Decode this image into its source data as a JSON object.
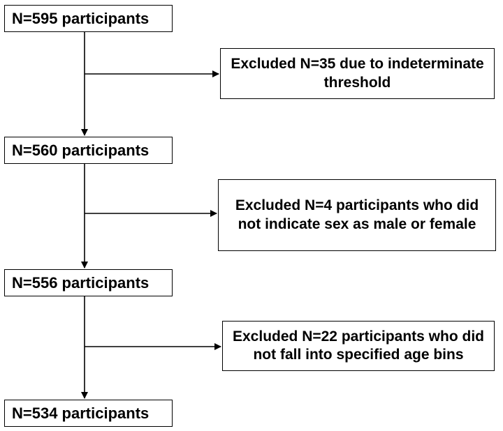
{
  "flow": {
    "steps": [
      {
        "label": "N=595 participants"
      },
      {
        "label": "N=560 participants"
      },
      {
        "label": "N=556 participants"
      },
      {
        "label": "N=534 participants"
      }
    ],
    "exclusions": [
      {
        "label": "Excluded N=35 due to indeterminate threshold"
      },
      {
        "label": "Excluded N=4 participants who did not indicate sex as male or female"
      },
      {
        "label": "Excluded N=22 participants who did not fall into specified age bins"
      }
    ]
  },
  "colors": {
    "line": "#000000",
    "box_border": "#000000",
    "background": "#ffffff",
    "text": "#000000"
  }
}
